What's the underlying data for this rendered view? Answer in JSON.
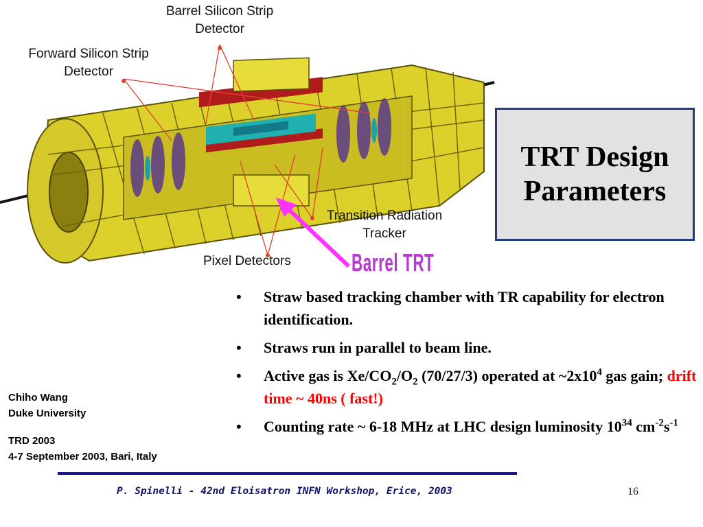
{
  "slide": {
    "title_line1": "TRT Design",
    "title_line2": "Parameters",
    "page_number": "16"
  },
  "figure": {
    "labels": {
      "barrel_line1": "Barrel Silicon Strip",
      "barrel_line2": "Detector",
      "forward_line1": "Forward Silicon Strip",
      "forward_line2": "Detector",
      "trt_line1": "Transition Radiation",
      "trt_line2": "Tracker",
      "pixel": "Pixel Detectors",
      "barrel_trt": "Barrel TRT"
    },
    "colors": {
      "cylinder": "#dcd02a",
      "cylinder_dark": "#8a7f10",
      "inner_red": "#b01c1c",
      "inner_cyan": "#20b0b0",
      "endcap_purple": "#5a3a8a",
      "callout_lines": "#e0402e",
      "arrow": "#ff33ff"
    }
  },
  "bullets": {
    "b1": "Straw based tracking chamber with TR capability for electron identification.",
    "b2": "Straws run in parallel to beam line.",
    "b3_a": "Active gas is Xe/CO",
    "b3_sub1": "2",
    "b3_b": "/O",
    "b3_sub2": "2",
    "b3_c": " (70/27/3) operated at ~2x10",
    "b3_sup": "4",
    "b3_d": " gas gain; ",
    "b3_red": "drift time ~ 40ns ( fast!)",
    "b4_a": "Counting rate ~ 6-18 MHz at LHC design luminosity 10",
    "b4_sup1": "34",
    "b4_b": " cm",
    "b4_sup2": "-2",
    "b4_c": "s",
    "b4_sup3": "-1",
    "bullet_char": "•"
  },
  "author": {
    "name": "Chiho Wang",
    "affiliation": "Duke University"
  },
  "conference": {
    "name": "TRD 2003",
    "date_place": "4-7 September 2003, Bari, Italy"
  },
  "footer": {
    "text": "P. Spinelli - 42nd Eloisatron INFN Workshop, Erice, 2003"
  }
}
